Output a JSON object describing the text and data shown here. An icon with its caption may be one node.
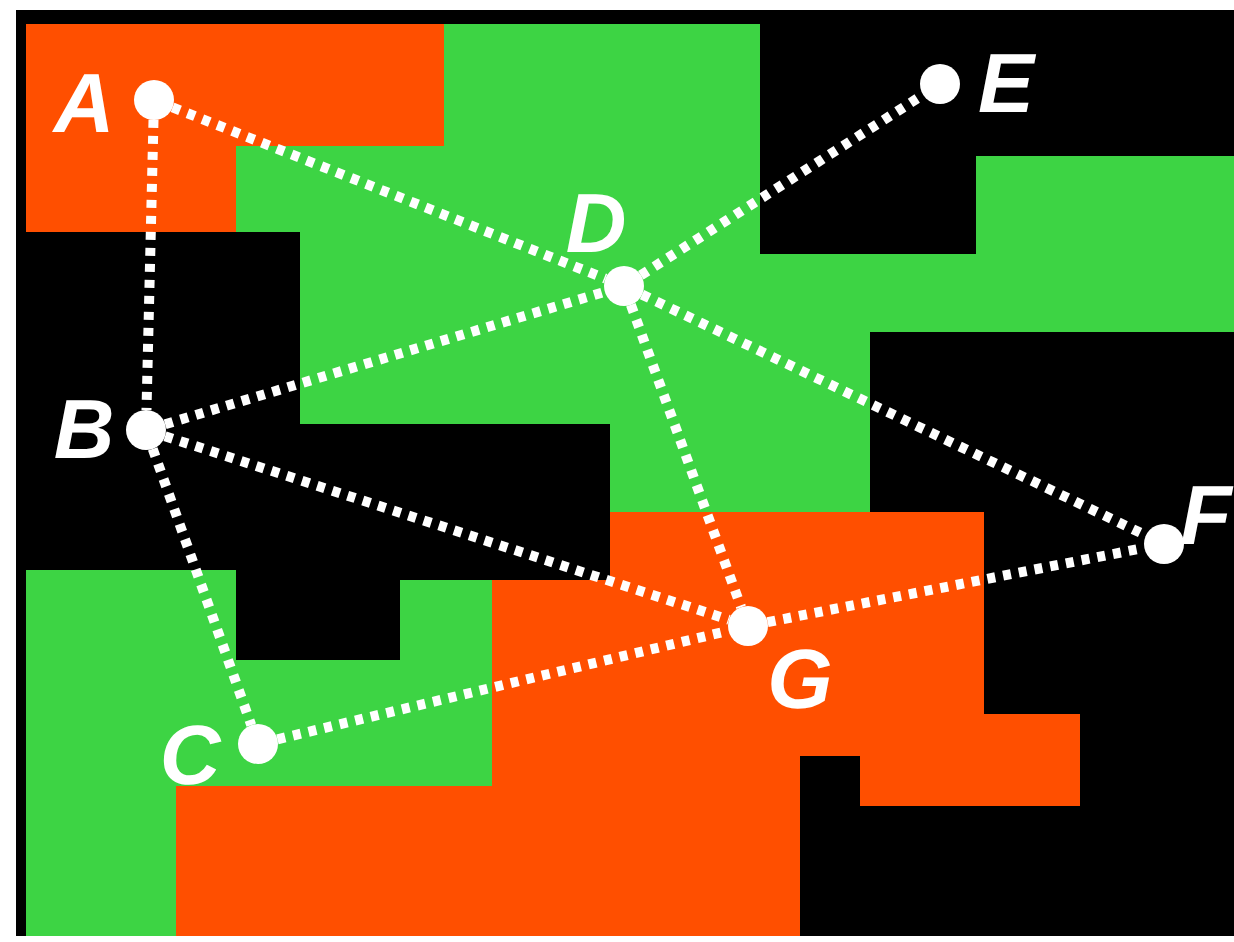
{
  "diagram": {
    "nodes": [
      {
        "text": [
          "A"
        ]
      },
      {
        "text": [
          "B"
        ]
      },
      {
        "text": [
          "C"
        ]
      },
      {
        "text": [
          "D"
        ]
      },
      {
        "text": [
          "E"
        ]
      },
      {
        "text": [
          "F"
        ]
      },
      {
        "text": [
          "G"
        ]
      }
    ],
    "edges": [
      {
        "from": 0,
        "to": 1,
        "arrow": "none"
      },
      {
        "from": 0,
        "to": 3,
        "arrow": "none"
      },
      {
        "from": 3,
        "to": 4,
        "arrow": "none"
      },
      {
        "from": 1,
        "to": 3,
        "arrow": "none"
      },
      {
        "from": 3,
        "to": 5,
        "arrow": "none"
      },
      {
        "from": 3,
        "to": 6,
        "arrow": "none"
      },
      {
        "from": 1,
        "to": 6,
        "arrow": "none"
      },
      {
        "from": 1,
        "to": 2,
        "arrow": "none"
      },
      {
        "from": 2,
        "to": 6,
        "arrow": "none"
      },
      {
        "from": 6,
        "to": 5,
        "arrow": "none"
      }
    ]
  }
}
